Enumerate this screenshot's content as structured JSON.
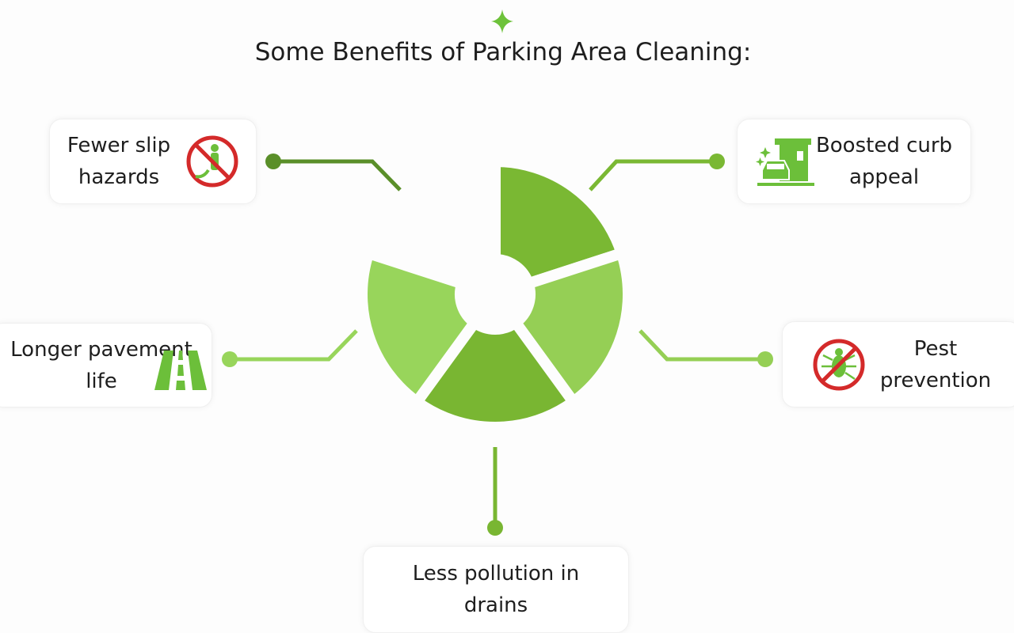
{
  "title": "Some Benefits of Parking Area Cleaning:",
  "diagram": {
    "type": "radial-pie-infographic",
    "segment_colors": [
      "#5a8f29",
      "#7ab833",
      "#95cf55",
      "#79b632",
      "#98d55b"
    ],
    "connector_colors": [
      "#5a8f29",
      "#7ab833",
      "#98d55b",
      "#95cf55",
      "#79b632"
    ]
  },
  "benefits": [
    {
      "label": "Fewer slip\nhazards",
      "icon": "no-slip-icon"
    },
    {
      "label": "Boosted curb\nappeal",
      "icon": "car-storefront-icon"
    },
    {
      "label": "Longer pavement\nlife",
      "icon": "road-icon"
    },
    {
      "label": "Pest\nprevention",
      "icon": "no-pest-icon"
    },
    {
      "label": "Less pollution in\ndrains",
      "icon": ""
    }
  ]
}
